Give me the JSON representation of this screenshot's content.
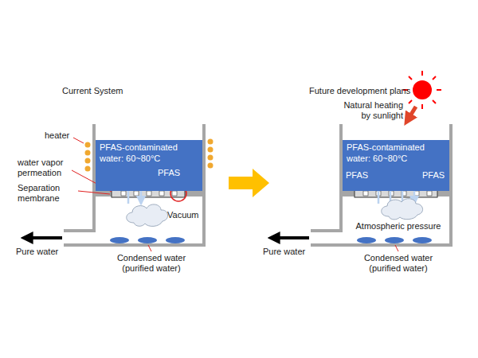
{
  "diagram": {
    "nodes": [
      {
        "text": [
          "PFAS-contaminated water: 60~80°C"
        ]
      },
      {
        "text": [
          "PFAS-contaminated water: 60~80°C"
        ]
      }
    ],
    "labels": [
      "Current System",
      "heater",
      "water vapor permeation",
      "Separation membrane",
      "PFAS",
      "Vacuum",
      "Pure water",
      "Condensed water (purified water)",
      "Future development plans",
      "Natural heating by sunlight",
      "PFAS",
      "PFAS",
      "Atmospheric pressure",
      "Pure water",
      "Condensed water (purified water)"
    ]
  }
}
